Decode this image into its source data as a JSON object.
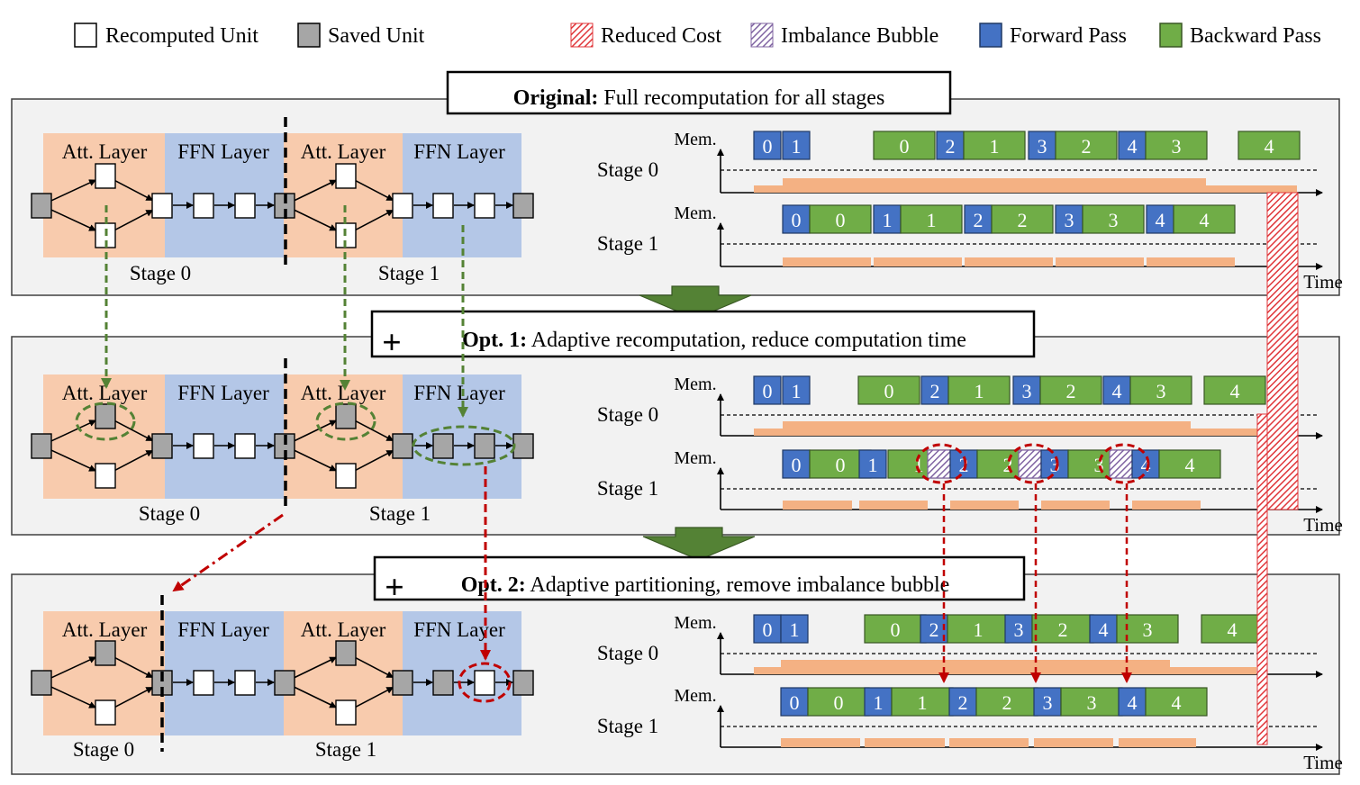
{
  "legend": {
    "recomputed": "Recomputed Unit",
    "saved": "Saved Unit",
    "reduced": "Reduced Cost",
    "bubble": "Imbalance Bubble",
    "forward": "Forward Pass",
    "backward": "Backward Pass"
  },
  "panels": [
    {
      "title_bold": "Original:",
      "title_rest": " Full recomputation for all stages",
      "has_plus": false,
      "stage0_label": "Stage 0",
      "stage1_label": "Stage 1",
      "timeline_stage0": "Stage 0",
      "timeline_stage1": "Stage 1"
    },
    {
      "title_bold": "Opt. 1:",
      "title_rest": " Adaptive recomputation, reduce computation time",
      "has_plus": true,
      "stage0_label": "Stage 0",
      "stage1_label": "Stage 1",
      "timeline_stage0": "Stage 0",
      "timeline_stage1": "Stage 1"
    },
    {
      "title_bold": "Opt. 2:",
      "title_rest": " Adaptive partitioning, remove imbalance bubble",
      "has_plus": true,
      "stage0_label": "Stage 0",
      "stage1_label": "Stage 1",
      "timeline_stage0": "Stage 0",
      "timeline_stage1": "Stage 1"
    }
  ],
  "layer_labels": {
    "att": "Att. Layer",
    "ffn": "FFN Layer"
  },
  "axis": {
    "mem": "Mem.",
    "time": "Time"
  },
  "colors": {
    "forward": "#4472c4",
    "backward": "#70ad47",
    "att_bg": "#f8cbad",
    "ffn_bg": "#b4c7e7",
    "memory": "#f4b183",
    "saved_unit": "#a6a6a6",
    "panel_bg": "#f2f2f2",
    "arrow_green": "#548235",
    "highlight_red": "#c00000",
    "bubble": "#8064a2"
  },
  "timelines": [
    {
      "stage0": [
        {
          "t": "F",
          "label": "0"
        },
        {
          "t": "F",
          "label": "1"
        },
        {
          "t": "B",
          "label": "0"
        },
        {
          "t": "F",
          "label": "2"
        },
        {
          "t": "B",
          "label": "1"
        },
        {
          "t": "F",
          "label": "3"
        },
        {
          "t": "B",
          "label": "2"
        },
        {
          "t": "F",
          "label": "4"
        },
        {
          "t": "B",
          "label": "3"
        },
        {
          "t": "B",
          "label": "4"
        }
      ],
      "stage1": [
        {
          "t": "F",
          "label": "0"
        },
        {
          "t": "B",
          "label": "0"
        },
        {
          "t": "F",
          "label": "1"
        },
        {
          "t": "B",
          "label": "1"
        },
        {
          "t": "F",
          "label": "2"
        },
        {
          "t": "B",
          "label": "2"
        },
        {
          "t": "F",
          "label": "3"
        },
        {
          "t": "B",
          "label": "3"
        },
        {
          "t": "F",
          "label": "4"
        },
        {
          "t": "B",
          "label": "4"
        }
      ]
    },
    {
      "stage0": [
        {
          "t": "F",
          "label": "0"
        },
        {
          "t": "F",
          "label": "1"
        },
        {
          "t": "B",
          "label": "0"
        },
        {
          "t": "F",
          "label": "2"
        },
        {
          "t": "B",
          "label": "1"
        },
        {
          "t": "F",
          "label": "3"
        },
        {
          "t": "B",
          "label": "2"
        },
        {
          "t": "F",
          "label": "4"
        },
        {
          "t": "B",
          "label": "3"
        },
        {
          "t": "B",
          "label": "4"
        }
      ],
      "stage1": [
        {
          "t": "F",
          "label": "0"
        },
        {
          "t": "B",
          "label": "0"
        },
        {
          "t": "F",
          "label": "1"
        },
        {
          "t": "B",
          "label": "1"
        },
        {
          "t": "I",
          "label": ""
        },
        {
          "t": "F",
          "label": "2"
        },
        {
          "t": "B",
          "label": "2"
        },
        {
          "t": "I",
          "label": ""
        },
        {
          "t": "F",
          "label": "3"
        },
        {
          "t": "B",
          "label": "3"
        },
        {
          "t": "I",
          "label": ""
        },
        {
          "t": "F",
          "label": "4"
        },
        {
          "t": "B",
          "label": "4"
        }
      ]
    },
    {
      "stage0": [
        {
          "t": "F",
          "label": "0"
        },
        {
          "t": "F",
          "label": "1"
        },
        {
          "t": "B",
          "label": "0"
        },
        {
          "t": "F",
          "label": "2"
        },
        {
          "t": "B",
          "label": "1"
        },
        {
          "t": "F",
          "label": "3"
        },
        {
          "t": "B",
          "label": "2"
        },
        {
          "t": "F",
          "label": "4"
        },
        {
          "t": "B",
          "label": "3"
        },
        {
          "t": "B",
          "label": "4"
        }
      ],
      "stage1": [
        {
          "t": "F",
          "label": "0"
        },
        {
          "t": "B",
          "label": "0"
        },
        {
          "t": "F",
          "label": "1"
        },
        {
          "t": "B",
          "label": "1"
        },
        {
          "t": "F",
          "label": "2"
        },
        {
          "t": "B",
          "label": "2"
        },
        {
          "t": "F",
          "label": "3"
        },
        {
          "t": "B",
          "label": "3"
        },
        {
          "t": "F",
          "label": "4"
        },
        {
          "t": "B",
          "label": "4"
        }
      ]
    }
  ]
}
